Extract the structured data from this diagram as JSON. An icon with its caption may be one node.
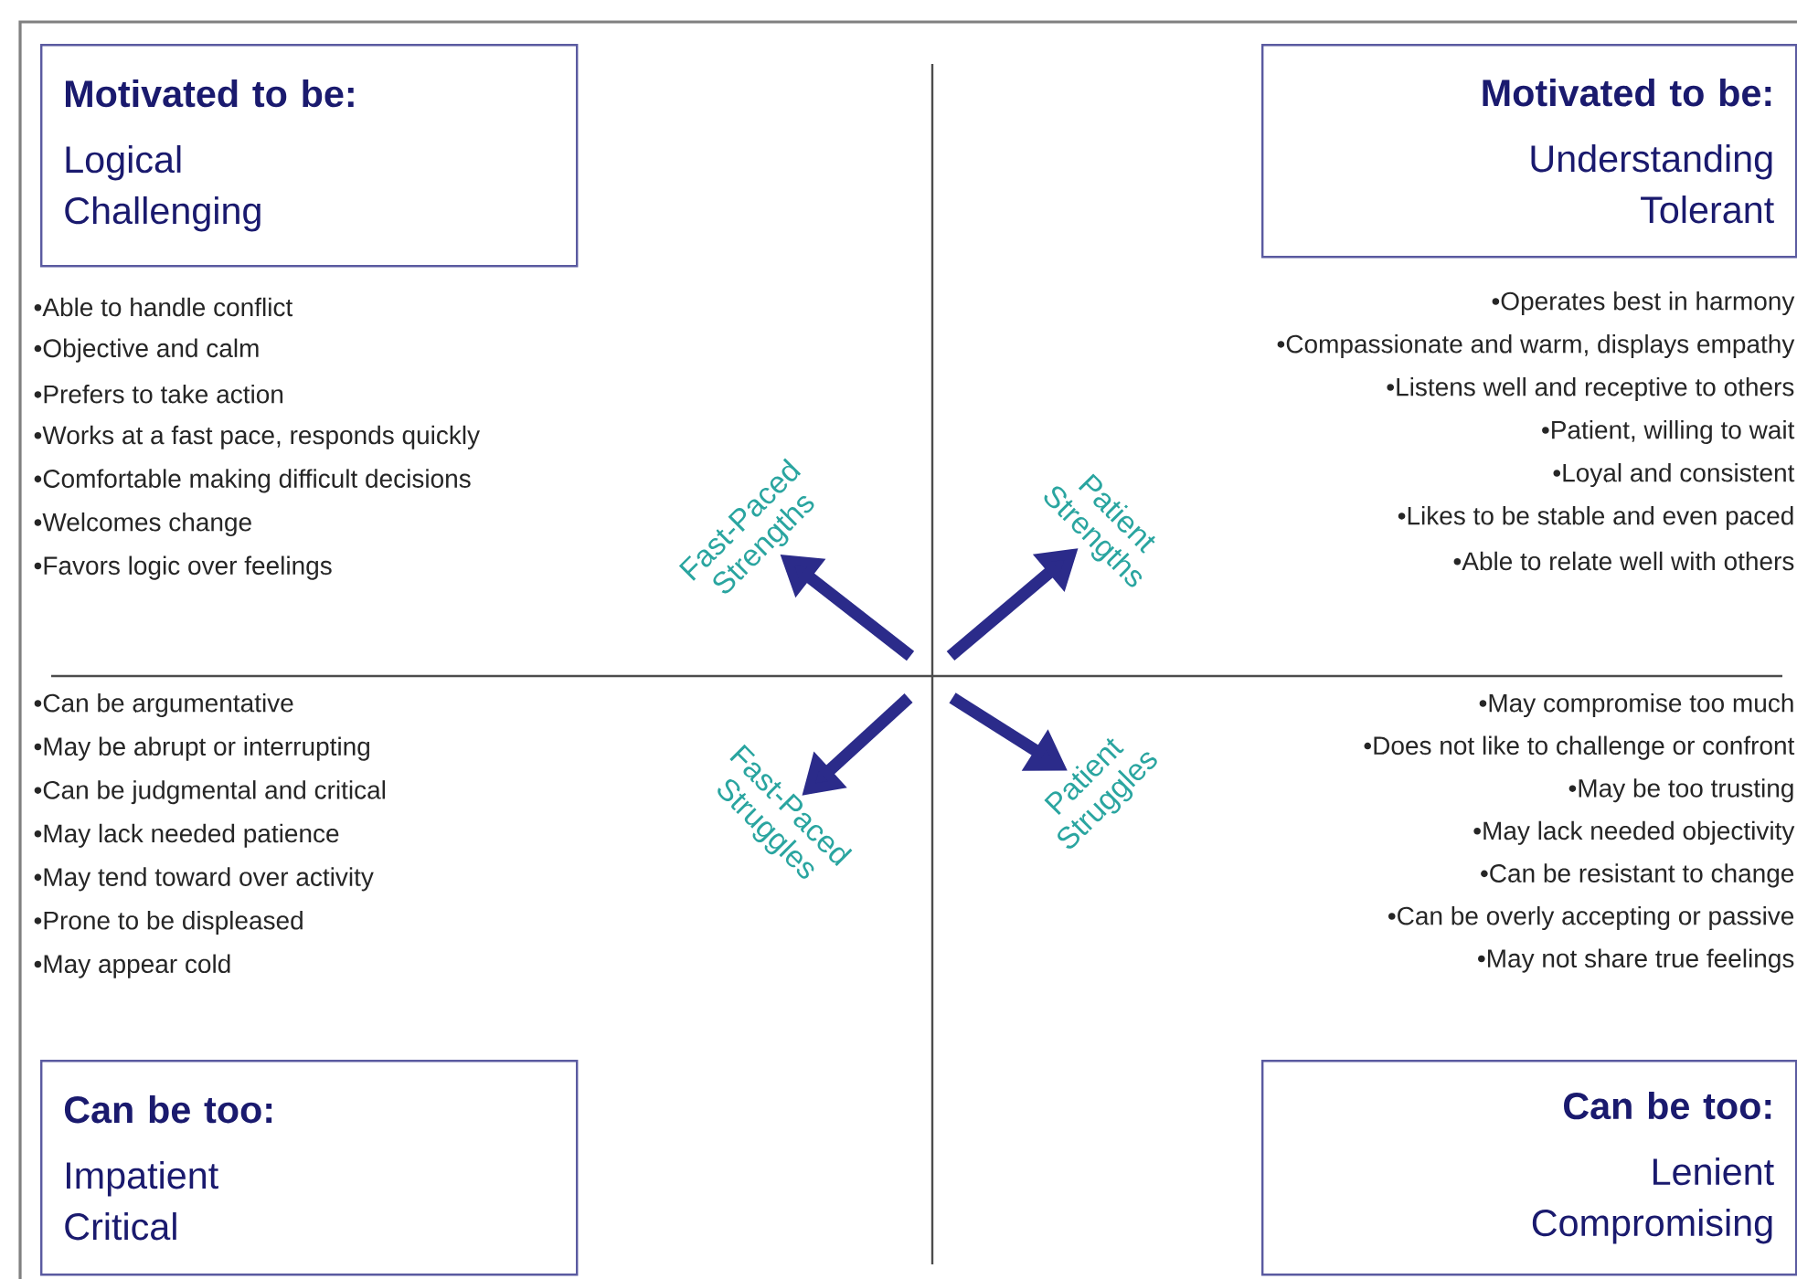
{
  "diagram": {
    "nodes": [
      {
        "text": [
          "Motivated to be:",
          "Logical",
          "Challenging"
        ]
      },
      {
        "text": [
          "Motivated to be:",
          "Understanding",
          "Tolerant"
        ]
      },
      {
        "text": [
          "Can be too:",
          "Impatient",
          "Critical"
        ]
      },
      {
        "text": [
          "Can be too:",
          "Lenient",
          "Compromising"
        ]
      },
      {
        "text": [
          "Fast-Paced Strengths"
        ]
      },
      {
        "text": [
          "Patient Strengths"
        ]
      },
      {
        "text": [
          "Fast-Paced Struggles"
        ]
      },
      {
        "text": [
          "Patient Struggles"
        ]
      }
    ],
    "edges": [
      {
        "from": null,
        "to": 4,
        "arrow": "to"
      },
      {
        "from": null,
        "to": 5,
        "arrow": "to"
      },
      {
        "from": null,
        "to": 6,
        "arrow": "to"
      },
      {
        "from": null,
        "to": 7,
        "arrow": "to"
      }
    ],
    "labels": [
      "•Able to handle conflict",
      "•Objective and calm",
      "•Prefers to take action",
      "•Works at a fast pace, responds quickly",
      "•Comfortable making difficult decisions",
      "•Welcomes change",
      "•Favors logic over feelings",
      "•Operates best in harmony",
      "•Compassionate and warm, displays empathy",
      "•Listens well and receptive to others",
      "•Patient, willing to wait",
      "•Loyal and consistent",
      "•Likes to be stable and even paced",
      "•Able to relate well with others",
      "•Can be argumentative",
      "•May be abrupt or interrupting",
      "•Can be judgmental and critical",
      "•May lack needed patience",
      "•May tend toward over activity",
      "•Prone to be displeased",
      "•May appear cold",
      "•May compromise too much",
      "•Does not like to challenge or confront",
      "•May be too trusting",
      "•May lack needed objectivity",
      "•Can be resistant to change",
      "•Can be overly accepting or passive",
      "•May not share true feelings"
    ]
  }
}
